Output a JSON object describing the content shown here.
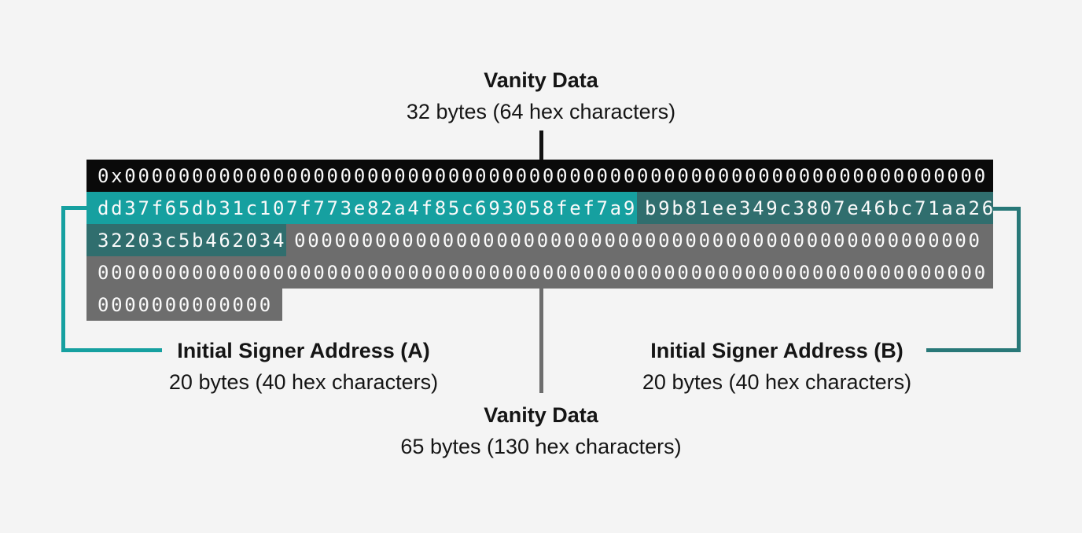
{
  "labels": {
    "top": {
      "title": "Vanity Data",
      "subtitle": "32 bytes (64 hex characters)"
    },
    "signer_a": {
      "title": "Initial Signer Address (A)",
      "subtitle": "20 bytes (40 hex characters)"
    },
    "signer_b": {
      "title": "Initial Signer Address (B)",
      "subtitle": "20 bytes (40 hex characters)"
    },
    "bottom": {
      "title": "Vanity Data",
      "subtitle": "65 bytes (130 hex characters)"
    }
  },
  "hex_rows": {
    "row1": {
      "text": "0x0000000000000000000000000000000000000000000000000000000000000000"
    },
    "row2": {
      "signer_a": "dd37f65db31c107f773e82a4f85c693058fef7a9",
      "signer_b_part1": "b9b81ee349c3807e46bc71aa26"
    },
    "row3": {
      "signer_b_part2": "32203c5b462034",
      "zeros": "000000000000000000000000000000000000000000000000000"
    },
    "row4": {
      "zeros": "000000000000000000000000000000000000000000000000000000000000000000"
    },
    "row5": {
      "zeros": "0000000000000"
    }
  },
  "colors": {
    "background": "#f4f4f4",
    "prefix_row": "#0a0a0a",
    "signer_a_teal": "#16a0a0",
    "signer_b_teal": "#306e6e",
    "zero_gray": "#6d6d6d",
    "hex_text": "#fafafa",
    "label_text": "#151515",
    "connector_top": "#111111",
    "connector_mid": "#6d6d6d",
    "bracket_a": "#16a0a0",
    "bracket_b": "#287878"
  }
}
